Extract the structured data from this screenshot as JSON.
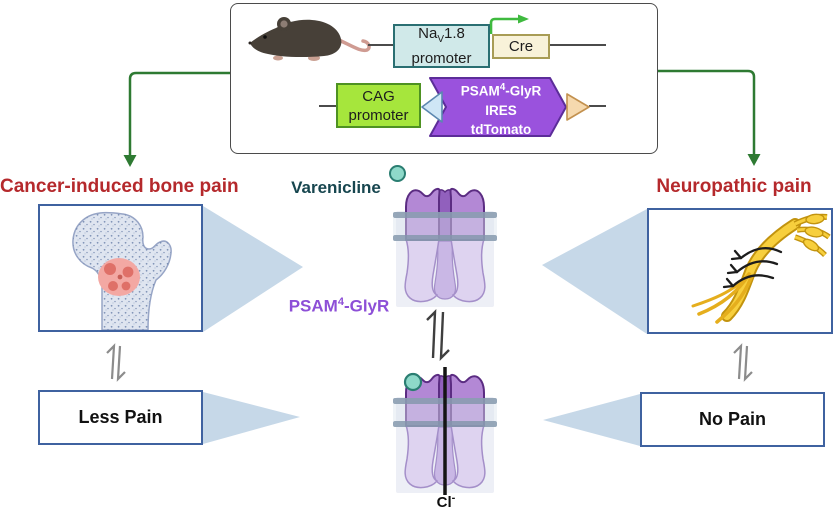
{
  "construct": {
    "nav_promoter": {
      "base": "Na",
      "subscript": "V",
      "suffix": "1.8",
      "line2": "promoter"
    },
    "cre_label": "Cre",
    "cag_promoter": {
      "line1": "CAG",
      "line2": "promoter"
    },
    "cassette": {
      "gene_base": "PSAM",
      "gene_sup": "4",
      "gene_suffix": "-GlyR",
      "line2": "IRES",
      "line3": "tdTomato"
    }
  },
  "left_pathway": {
    "heading": "Cancer-induced bone pain",
    "outcome_label": "Less Pain"
  },
  "right_pathway": {
    "heading": "Neuropathic pain",
    "outcome_label": "No Pain"
  },
  "center_panel": {
    "ligand_label": "Varenicline",
    "receptor_label": {
      "base": "PSAM",
      "sup": "4",
      "suffix": "-GlyR"
    },
    "ion_label": {
      "base": "Cl",
      "sup": "-"
    }
  },
  "colors": {
    "heading_red": "#b5292c",
    "teal_label": "#17464f",
    "purple_label": "#8d4fd7",
    "green_connector": "#2e7a32",
    "transcription_arrow_green": "#3fba3f",
    "wedge_blue": "#c6d8e8",
    "box_border_blue": "#3f62a0",
    "cassette_purple": "#9a52dd",
    "cag_green": "#a6e63c",
    "nav_fill_teal": "#d0e9e9",
    "cre_fill_cream": "#f8f2d9",
    "ligand_teal": "#8ed9c9",
    "receptor_purple": "#b388d5",
    "membrane_gray": "#8b9db1",
    "bone_fill": "#dfe5f0",
    "tumor_pink": "#f3a8a3",
    "nerve_yellow": "#f7cf3d"
  }
}
